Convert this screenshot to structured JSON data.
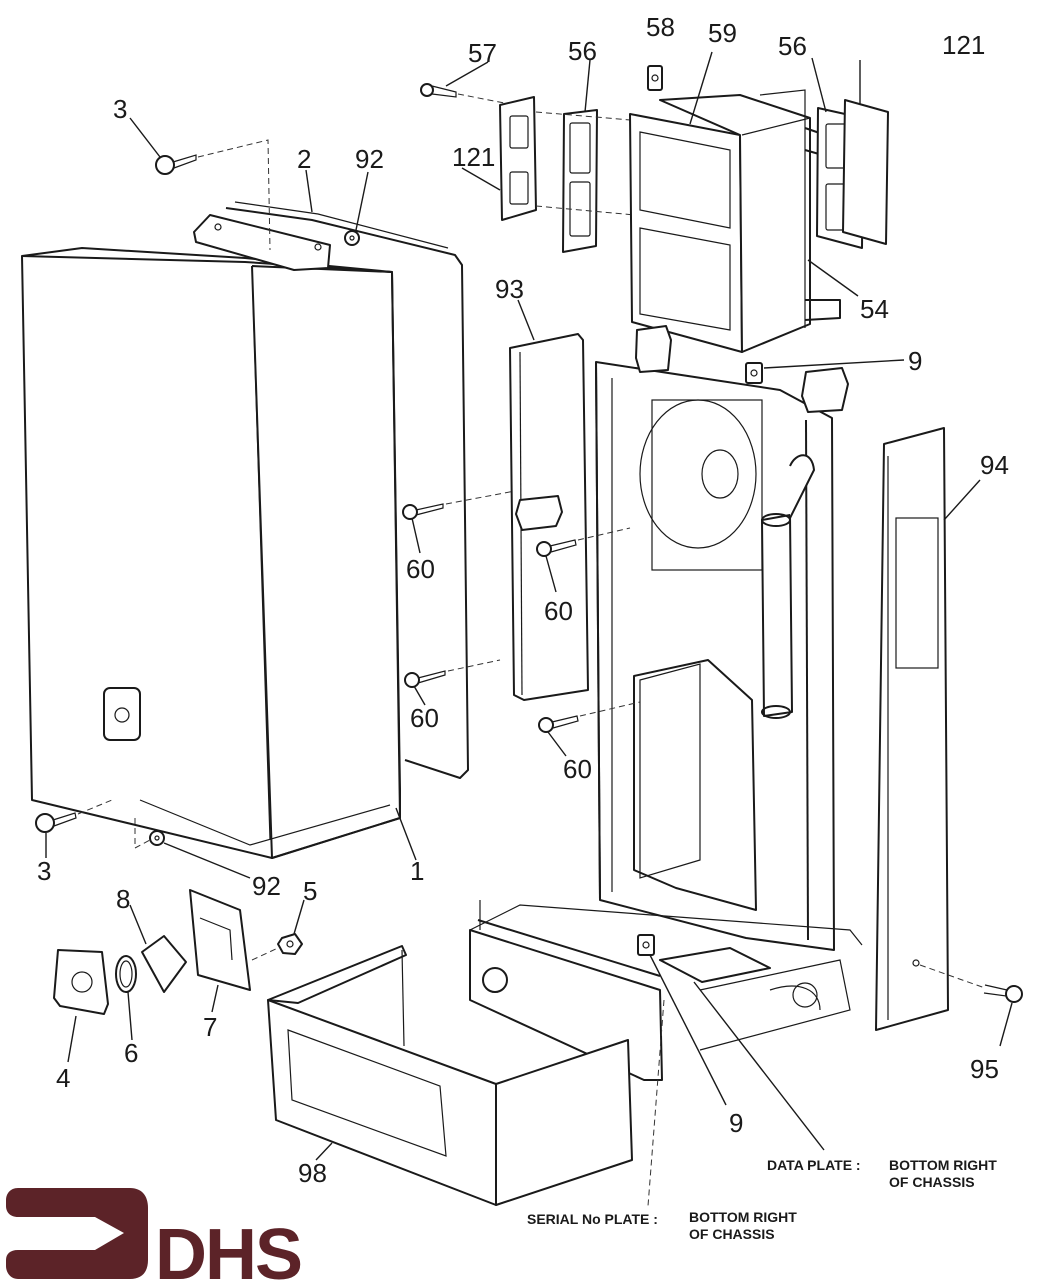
{
  "diagram": {
    "type": "exploded-parts-diagram",
    "subject": "boiler casing and chassis assembly"
  },
  "labels": {
    "p1": "1",
    "p2": "2",
    "p3a": "3",
    "p3b": "3",
    "p4": "4",
    "p5": "5",
    "p6": "6",
    "p7": "7",
    "p8": "8",
    "p9a": "9",
    "p9b": "9",
    "p54": "54",
    "p56a": "56",
    "p56b": "56",
    "p57": "57",
    "p58": "58",
    "p59": "59",
    "p60a": "60",
    "p60b": "60",
    "p60c": "60",
    "p60d": "60",
    "p92a": "92",
    "p92b": "92",
    "p93": "93",
    "p94": "94",
    "p95": "95",
    "p98": "98",
    "p121a": "121",
    "p121b": "121"
  },
  "notes": {
    "data_plate": {
      "title": "DATA PLATE :",
      "line1": "BOTTOM RIGHT",
      "line2": "OF CHASSIS"
    },
    "serial_plate": {
      "title": "SERIAL No PLATE :",
      "line1": "BOTTOM RIGHT",
      "line2": "OF CHASSIS"
    }
  },
  "logo": {
    "text": "DHS",
    "color": "#5c2328"
  }
}
